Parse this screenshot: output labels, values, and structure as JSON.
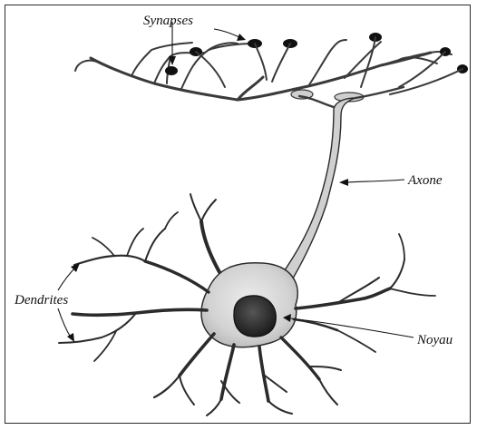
{
  "labels": {
    "synapses": "Synapses",
    "axone": "Axone",
    "dendrites": "Dendrites",
    "noyau": "Noyau"
  },
  "colors": {
    "soma_fill": "#d8d8d8",
    "nucleus_fill": "#2e2e2e",
    "outline": "#2b2b2b",
    "background": "#ffffff"
  }
}
